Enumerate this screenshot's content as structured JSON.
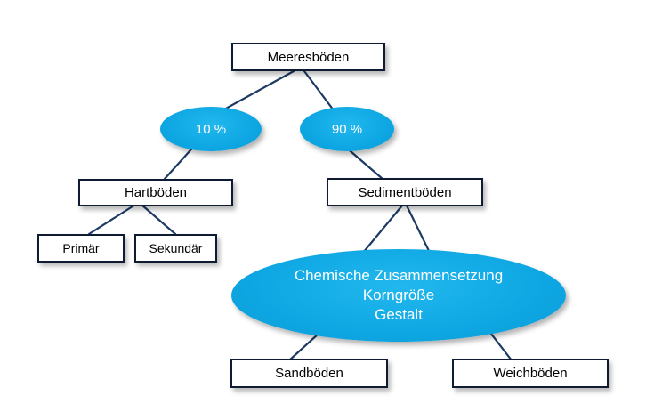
{
  "nodes": {
    "root": "Meeresböden",
    "pct_left": "10 %",
    "pct_right": "90 %",
    "hart": "Hartböden",
    "sediment": "Sedimentböden",
    "primaer": "Primär",
    "sekundaer": "Sekundär",
    "criteria": [
      "Chemische Zusammensetzung",
      "Korngröße",
      "Gestalt"
    ],
    "sand": "Sandböden",
    "weich": "Weichböden"
  },
  "colors": {
    "line": "#1c3a64",
    "oval_fill": "#0ea7e3",
    "box_border": "#0f1b33"
  }
}
